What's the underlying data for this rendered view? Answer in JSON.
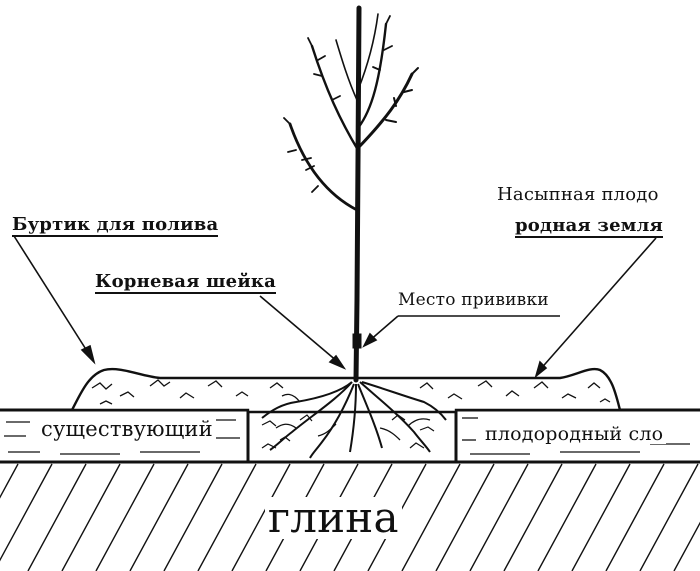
{
  "labels": {
    "burtik": "Буртик для полива",
    "sheika": "Корневая шейка",
    "mesto": "Место прививки",
    "nasyp_line1": "Насыпная плодо",
    "nasyp_line2": "родная земля",
    "sushchestvuyushchiy": "существующий",
    "plodorodnyy": "плодородный сло",
    "glina": "глина"
  },
  "colors": {
    "ink": "#111111",
    "background": "#ffffff"
  }
}
